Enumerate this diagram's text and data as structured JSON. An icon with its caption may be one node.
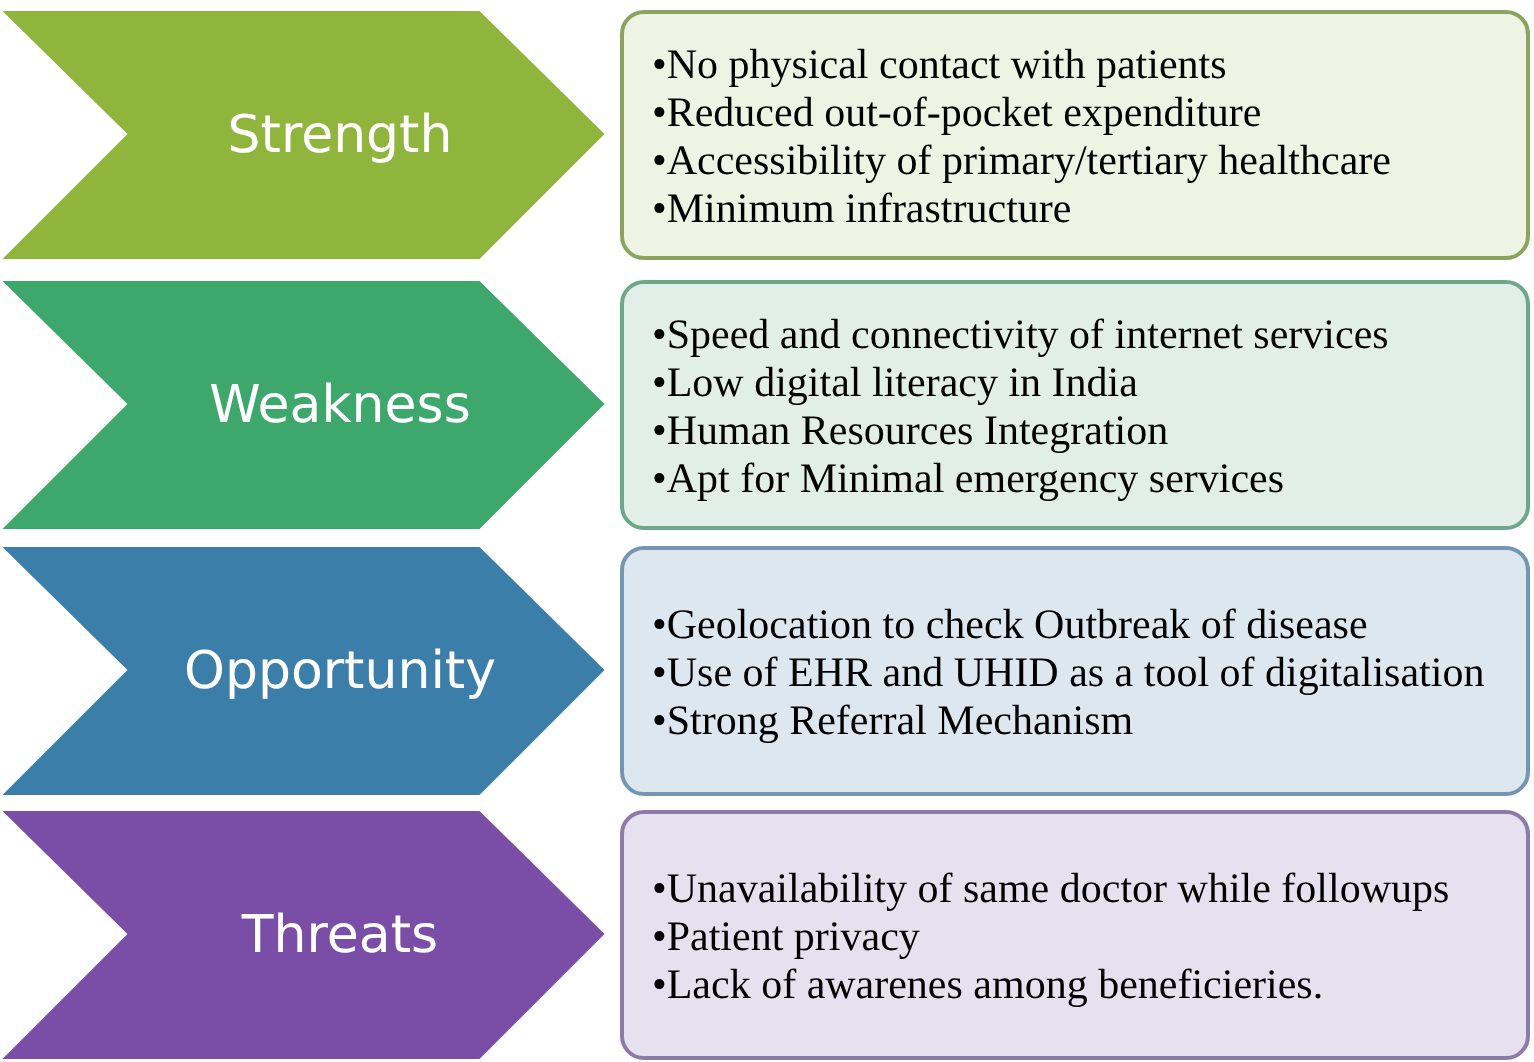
{
  "diagram": {
    "nodes": [
      {
        "text": [
          "Strength"
        ]
      },
      {
        "text": [
          "•No physical contact with patients",
          "•Reduced out-of-pocket expenditure",
          "•Accessibility of primary/tertiary healthcare",
          "•Minimum infrastructure"
        ]
      },
      {
        "text": [
          "Weakness"
        ]
      },
      {
        "text": [
          "•Speed and connectivity of internet services",
          "•Low digital literacy in India",
          "•Human Resources Integration",
          "•Apt for Minimal emergency services"
        ]
      },
      {
        "text": [
          "Opportunity"
        ]
      },
      {
        "text": [
          "•Geolocation to check Outbreak of disease",
          "•Use of EHR and UHID as a tool of digitalisation",
          "•Strong Referral Mechanism"
        ]
      },
      {
        "text": [
          "Threats"
        ]
      },
      {
        "text": [
          "•Unavailability of same doctor while followups",
          "•Patient privacy",
          "•Lack of awarenes among beneficieries."
        ]
      }
    ]
  }
}
